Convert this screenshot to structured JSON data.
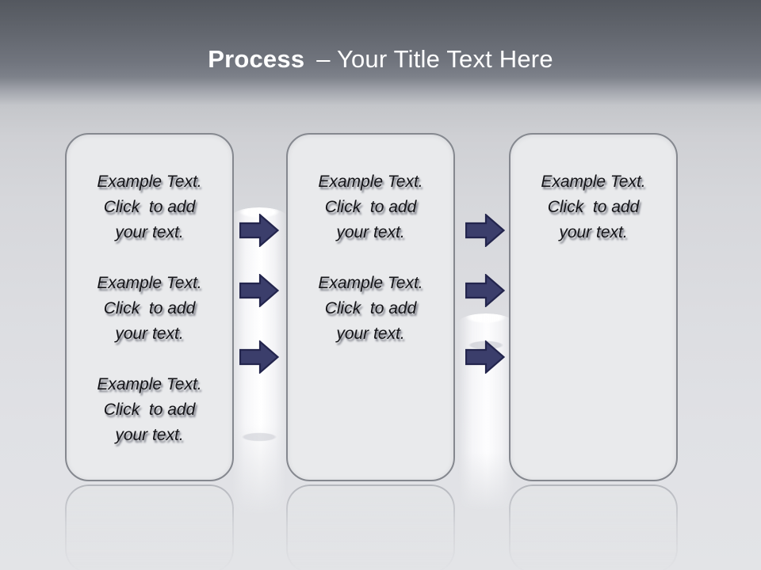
{
  "title": {
    "bold": "Process",
    "rest": "– Your Title Text Here"
  },
  "boxes": [
    {
      "paragraphs": [
        "Example Text.\nClick  to add\nyour text.",
        "Example Text.\nClick  to add\nyour text.",
        "Example Text.\nClick  to add\nyour text."
      ]
    },
    {
      "paragraphs": [
        "Example Text.\nClick  to add\nyour text.",
        "Example Text.\nClick  to add\nyour text."
      ]
    },
    {
      "paragraphs": [
        "Example Text.\nClick  to add\nyour text."
      ]
    }
  ],
  "arrows": {
    "direction": "right",
    "groups": [
      {
        "between": "box-1 and box-2",
        "count": 3
      },
      {
        "between": "box-2 and box-3",
        "count": 3
      }
    ]
  },
  "colors": {
    "title-color": "#ffffff",
    "box-fill": "#e9eaec",
    "box-border": "#85888f",
    "arrow-fill": "#3b3e6b",
    "arrow-stroke": "#23254d",
    "text-color": "#141418"
  }
}
